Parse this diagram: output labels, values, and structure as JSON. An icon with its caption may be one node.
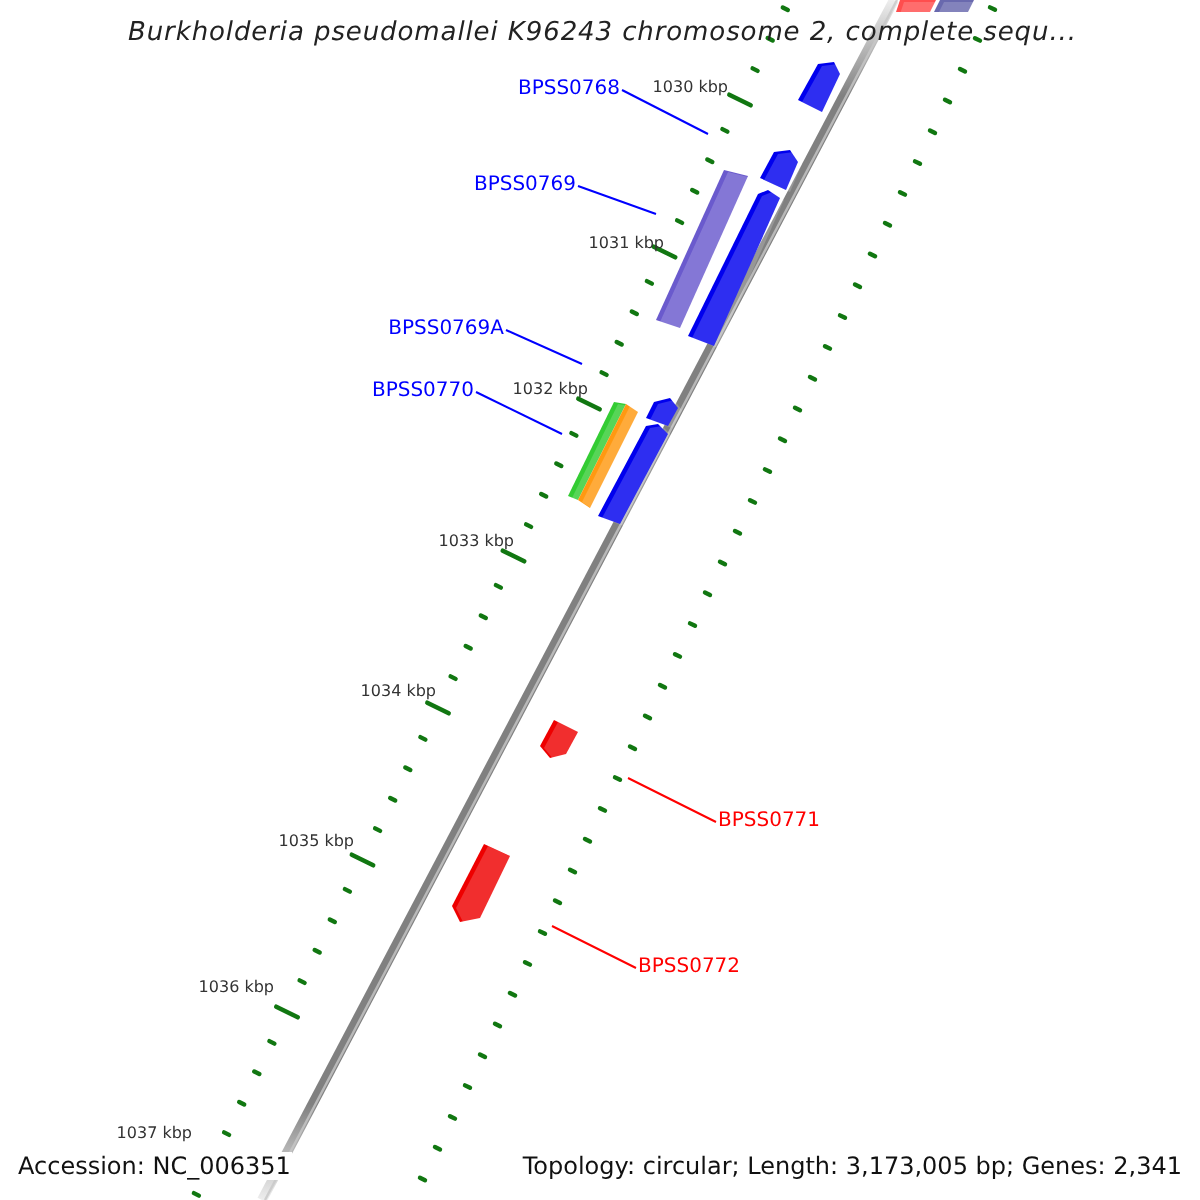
{
  "diagram": {
    "title": "Burkholderia pseudomallei K96243 chromosome 2, complete sequ...",
    "nodes": [
      {
        "text": [
          "BPSS0768"
        ]
      },
      {
        "text": [
          "BPSS0769"
        ]
      },
      {
        "text": [
          "BPSS0769A"
        ]
      },
      {
        "text": [
          "BPSS0770"
        ]
      },
      {
        "text": [
          "BPSS0771"
        ]
      },
      {
        "text": [
          "BPSS0772"
        ]
      }
    ],
    "edges": [
      {
        "from": 0,
        "to": null,
        "arrow": "none"
      },
      {
        "from": 1,
        "to": null,
        "arrow": "none"
      },
      {
        "from": 2,
        "to": null,
        "arrow": "none"
      },
      {
        "from": 3,
        "to": null,
        "arrow": "none"
      },
      {
        "from": 4,
        "to": null,
        "arrow": "none",
        "color": "#ff0000"
      },
      {
        "from": 5,
        "to": null,
        "arrow": "none",
        "color": "#ff0000"
      }
    ],
    "labels": [
      "1030 kbp",
      "1031 kbp",
      "1032 kbp",
      "1033 kbp",
      "1034 kbp",
      "1035 kbp",
      "1036 kbp",
      "1037 kbp",
      "Accession: NC_006351",
      "Topology: circular; Length: 3,173,005 bp; Genes: 2,341"
    ]
  }
}
